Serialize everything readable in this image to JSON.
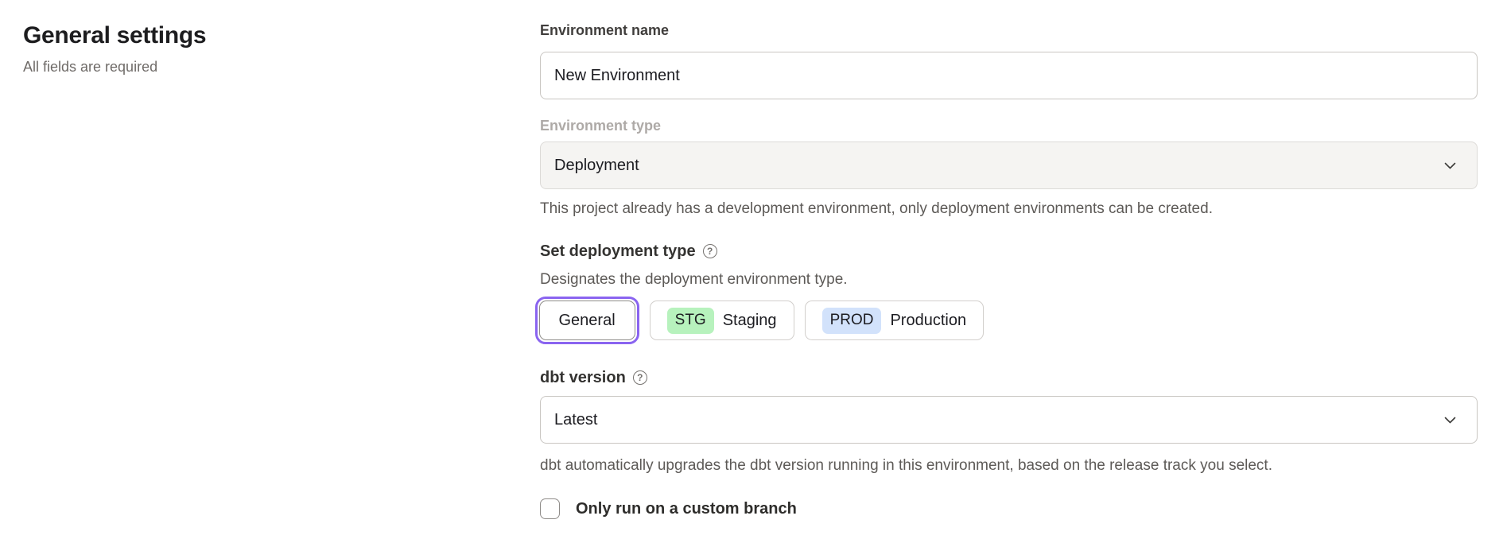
{
  "page": {
    "title": "General settings",
    "subtitle": "All fields are required"
  },
  "form": {
    "environment_name": {
      "label": "Environment name",
      "value": "New Environment"
    },
    "environment_type": {
      "label": "Environment type",
      "value": "Deployment",
      "disabled": true,
      "helper": "This project already has a development environment, only deployment environments can be created."
    },
    "deployment_type": {
      "label": "Set deployment type",
      "helper": "Designates the deployment environment type.",
      "options": [
        {
          "label": "General",
          "selected": true
        },
        {
          "badge": "STG",
          "label": "Staging",
          "badge_color": "#b7f2bd"
        },
        {
          "badge": "PROD",
          "label": "Production",
          "badge_color": "#d2e2fb"
        }
      ]
    },
    "dbt_version": {
      "label": "dbt version",
      "value": "Latest",
      "helper": "dbt automatically upgrades the dbt version running in this environment, based on the release track you select."
    },
    "custom_branch": {
      "label": "Only run on a custom branch",
      "checked": false
    }
  },
  "icons": {
    "help_glyph": "?"
  },
  "colors": {
    "accent_purple": "#8a64f0",
    "badge_green": "#b7f2bd",
    "badge_blue": "#d2e2fb"
  }
}
